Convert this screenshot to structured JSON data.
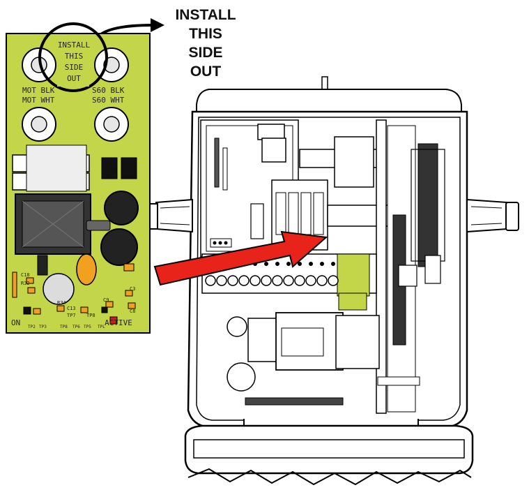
{
  "callout": {
    "lines": [
      "INSTALL",
      "THIS",
      "SIDE",
      "OUT"
    ]
  },
  "board": {
    "color": "#c3d64a",
    "circle_text": [
      "INSTALL",
      "THIS",
      "SIDE",
      "OUT"
    ],
    "terminal_labels": {
      "top_left": "MOT BLK",
      "bottom_left": "MOT WHT",
      "top_right": "S60 BLK",
      "bottom_right": "S60 WHT"
    },
    "component_labels": {
      "c18": "C18",
      "r32": "R32",
      "r34": "R34",
      "c13": "C13",
      "c9": "C9",
      "c3": "C3",
      "c8": "C8",
      "tp7": "TP7",
      "tp8": "TP8"
    },
    "status_labels": {
      "on": "ON",
      "active": "ACTIVE"
    },
    "test_points": [
      "TP2",
      "TP3",
      "TP8",
      "TP6",
      "TP5",
      "TPL"
    ]
  },
  "colors": {
    "arrow": "#e8231a",
    "outline": "#000000",
    "led_orange": "#f2a020",
    "led_red": "#d61a1a",
    "lid_fill": "#ffffff"
  }
}
